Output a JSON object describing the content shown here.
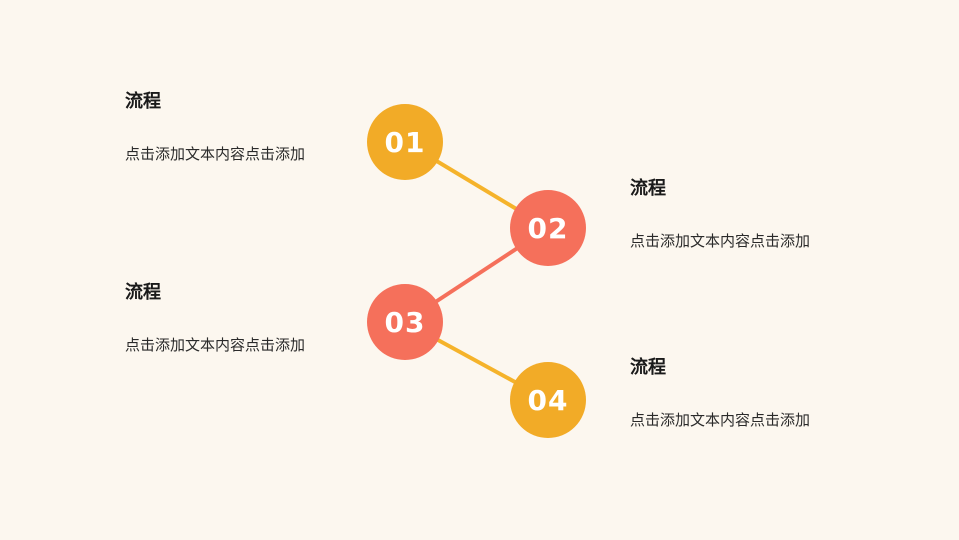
{
  "slide": {
    "background": "#FCF7EF",
    "colors": {
      "yellow": "#F2AB27",
      "coral": "#F5705B"
    },
    "steps": [
      {
        "number": "01",
        "title": "流程",
        "desc": "点击添加文本内容点击添加",
        "color": "#F2AB27"
      },
      {
        "number": "02",
        "title": "流程",
        "desc": "点击添加文本内容点击添加",
        "color": "#F5705B"
      },
      {
        "number": "03",
        "title": "流程",
        "desc": "点击添加文本内容点击添加",
        "color": "#F5705B"
      },
      {
        "number": "04",
        "title": "流程",
        "desc": "点击添加文本内容点击添加",
        "color": "#F2AB27"
      }
    ],
    "connectors": [
      {
        "from": "01",
        "to": "02",
        "color": "#F5B32B"
      },
      {
        "from": "02",
        "to": "03",
        "color": "#F5705B"
      },
      {
        "from": "03",
        "to": "04",
        "color": "#F5B32B"
      }
    ]
  }
}
